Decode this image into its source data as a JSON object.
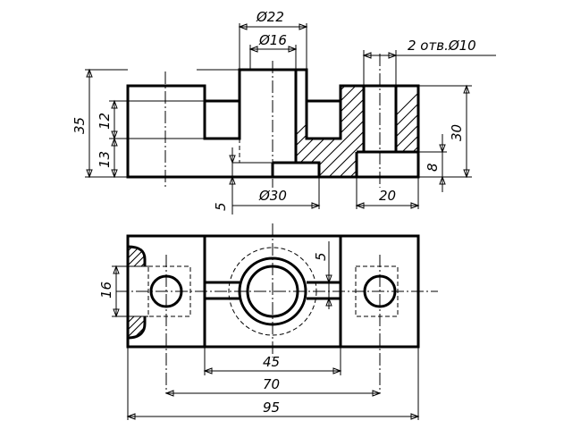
{
  "drawing": {
    "dimensions": {
      "top_dia_outer": "Ø22",
      "top_dia_inner": "Ø16",
      "holes_note": "2 отв.Ø10",
      "height_total": "35",
      "height_upper": "12",
      "height_lower": "13",
      "height_right": "30",
      "height_counterbore": "8",
      "recess_depth": "5",
      "bottom_dia": "Ø30",
      "counterbore_width": "20",
      "slot_width": "5",
      "side_width": "16",
      "span_45": "45",
      "span_70": "70",
      "span_95": "95"
    }
  }
}
